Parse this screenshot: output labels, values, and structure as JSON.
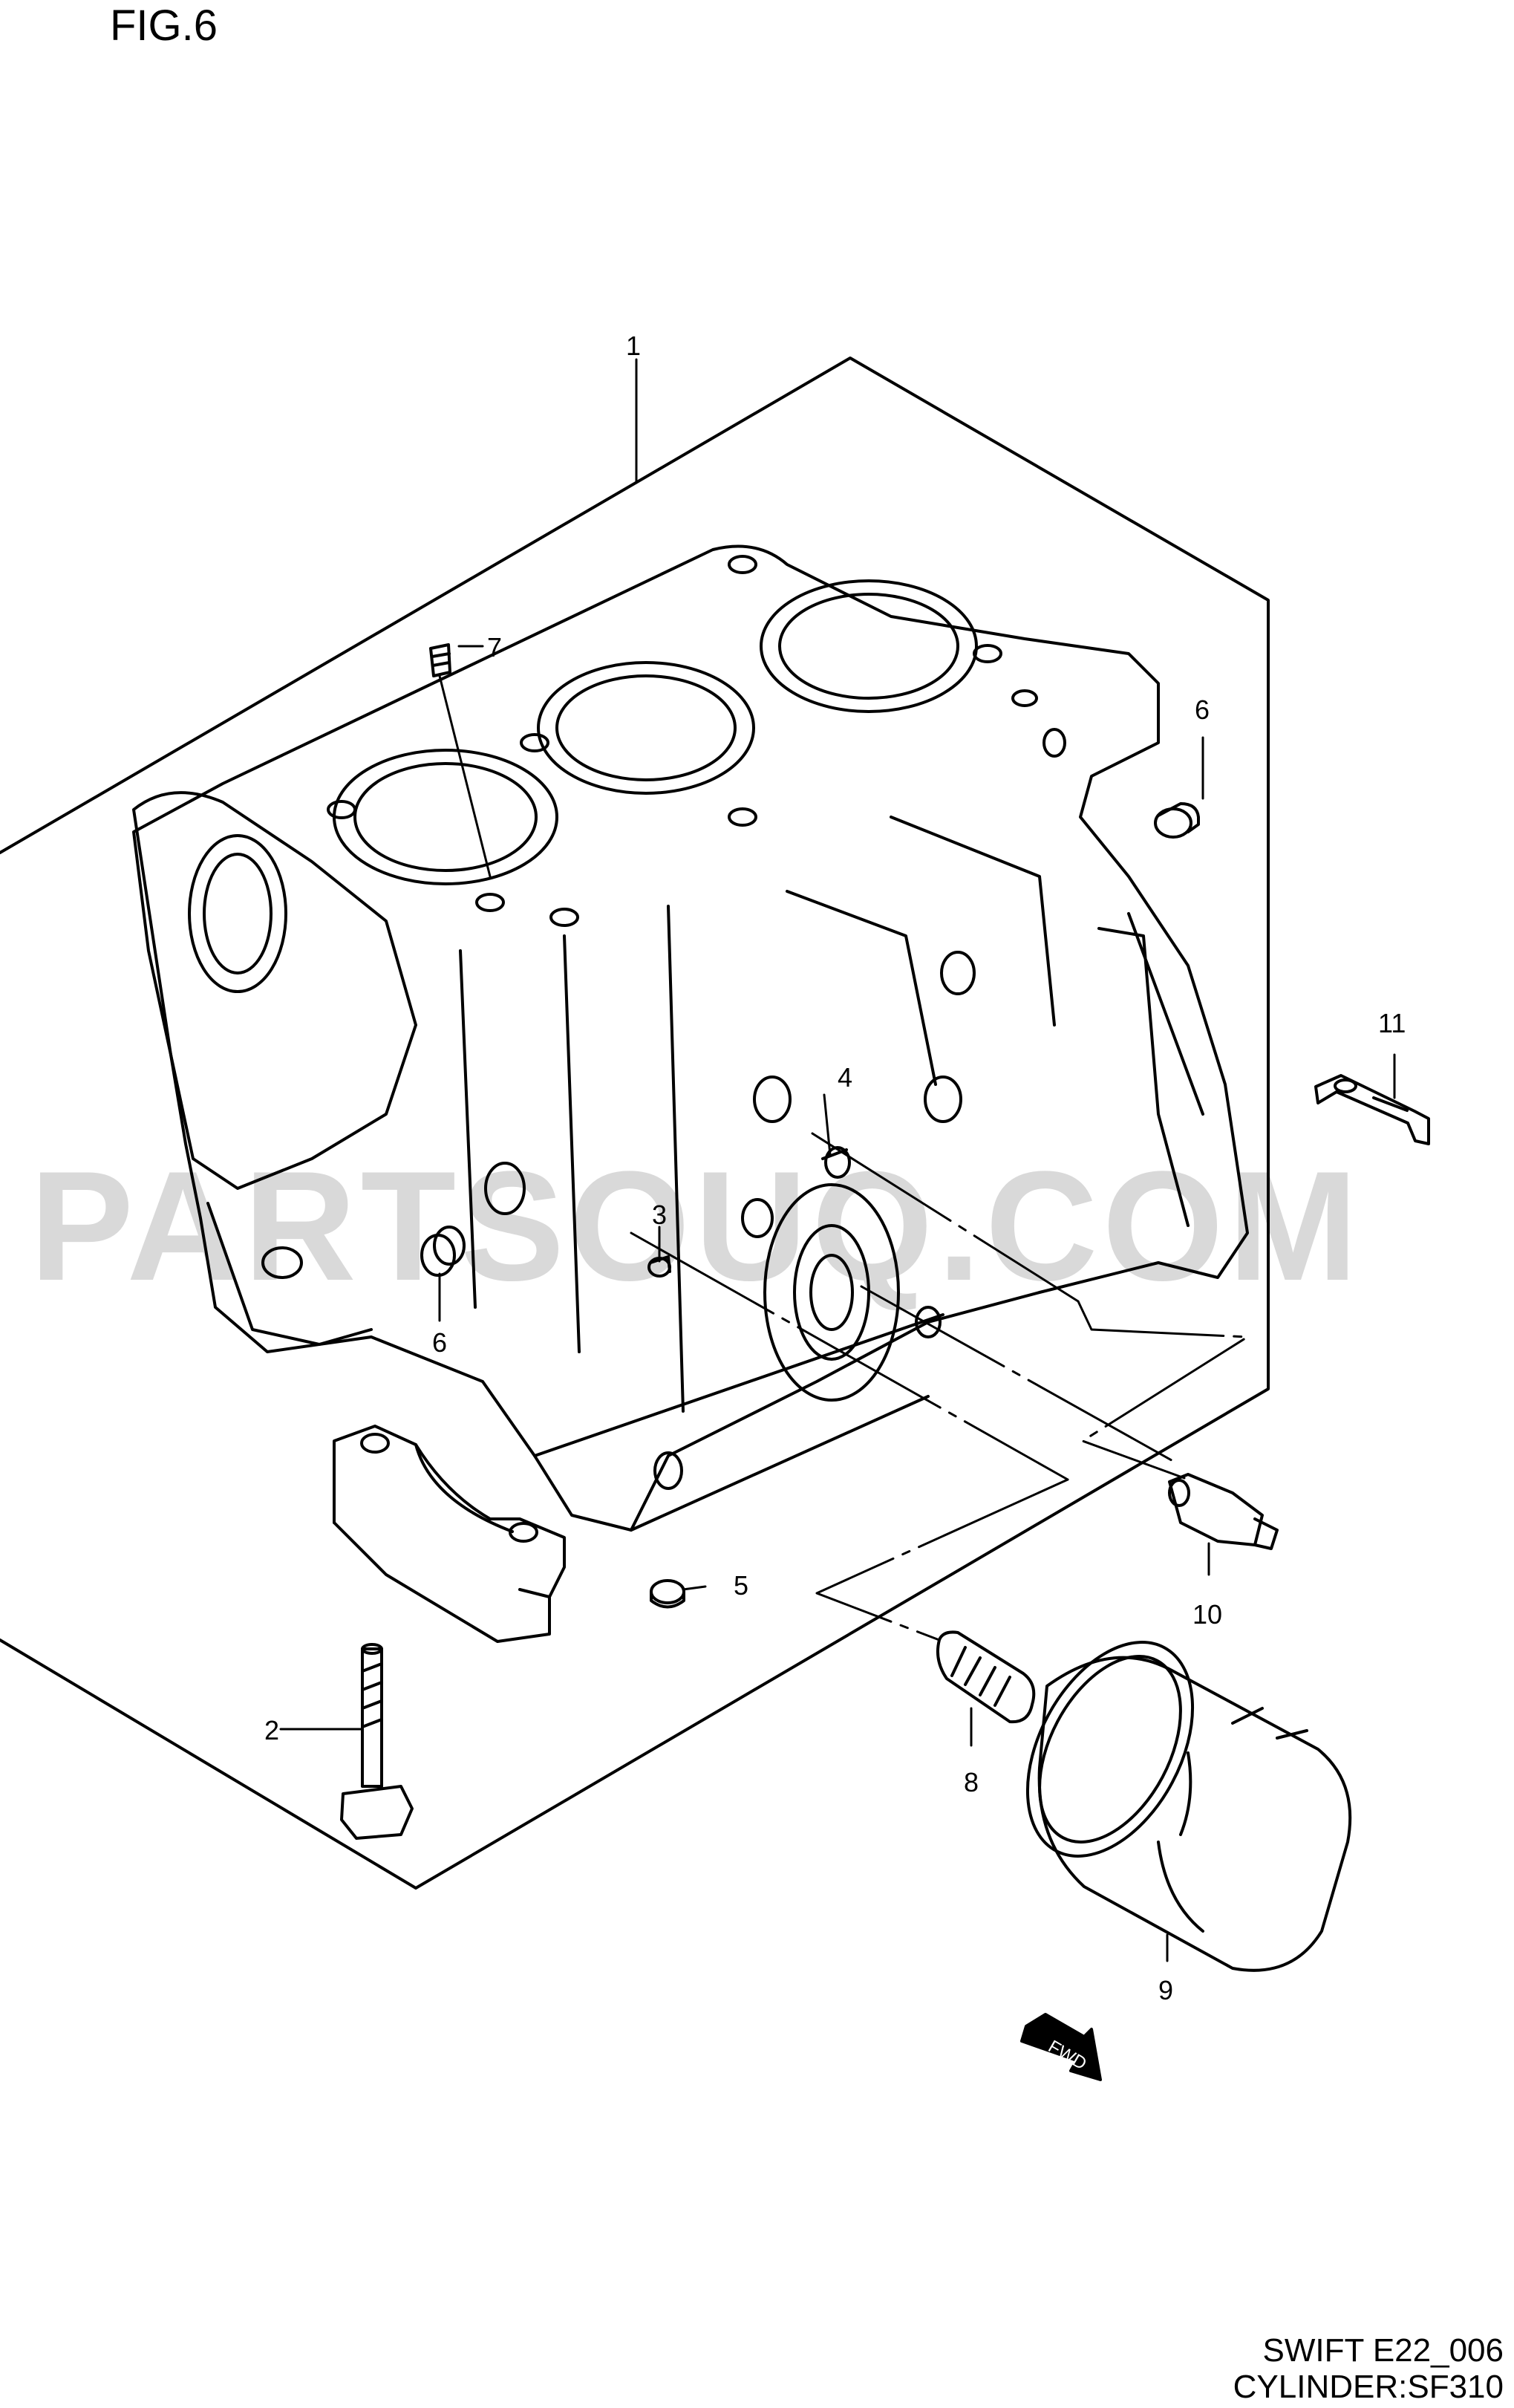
{
  "figure": {
    "title": "FIG.6",
    "watermark": "PARTSOUQ.COM",
    "fwd_label": "FWD"
  },
  "footer": {
    "line1": "SWIFT E22_006",
    "line2": "CYLINDER:SF310"
  },
  "callouts": [
    {
      "id": "1",
      "name": "callout-1"
    },
    {
      "id": "2",
      "name": "callout-2"
    },
    {
      "id": "3",
      "name": "callout-3"
    },
    {
      "id": "4",
      "name": "callout-4"
    },
    {
      "id": "5",
      "name": "callout-5"
    },
    {
      "id": "6",
      "name": "callout-6-upper"
    },
    {
      "id": "6",
      "name": "callout-6-lower"
    },
    {
      "id": "7",
      "name": "callout-7"
    },
    {
      "id": "8",
      "name": "callout-8"
    },
    {
      "id": "9",
      "name": "callout-9"
    },
    {
      "id": "10",
      "name": "callout-10"
    },
    {
      "id": "11",
      "name": "callout-11"
    }
  ]
}
